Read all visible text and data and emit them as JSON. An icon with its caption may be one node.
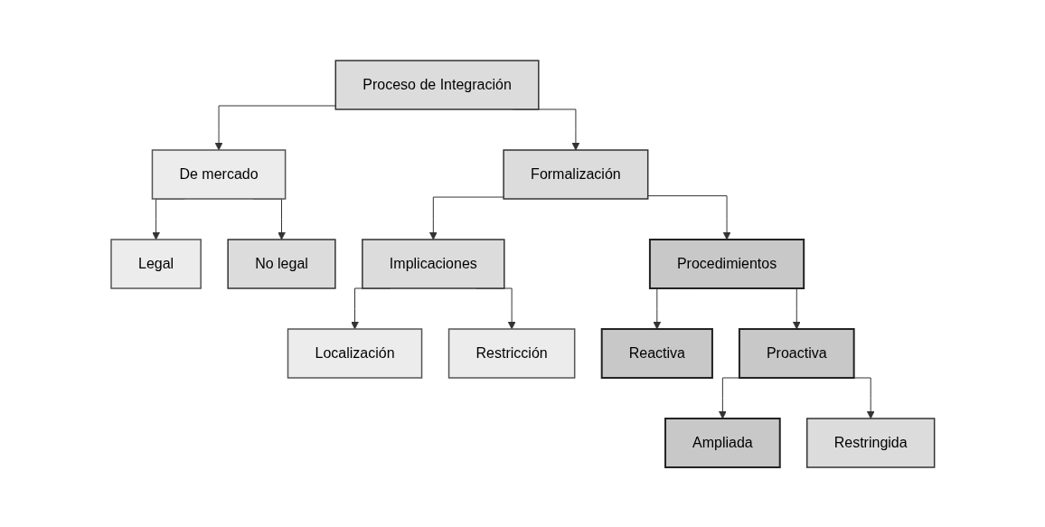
{
  "diagram": {
    "nodes": [
      {
        "text": [
          "Proceso de Integración"
        ]
      },
      {
        "text": [
          "De mercado"
        ]
      },
      {
        "text": [
          "Formalización"
        ]
      },
      {
        "text": [
          "Legal"
        ]
      },
      {
        "text": [
          "No legal"
        ]
      },
      {
        "text": [
          "Implicaciones"
        ]
      },
      {
        "text": [
          "Procedimientos"
        ]
      },
      {
        "text": [
          "Localización"
        ]
      },
      {
        "text": [
          "Restricción"
        ]
      },
      {
        "text": [
          "Reactiva"
        ]
      },
      {
        "text": [
          "Proactiva"
        ]
      },
      {
        "text": [
          "Ampliada"
        ]
      },
      {
        "text": [
          "Restringida"
        ]
      }
    ],
    "edges": [
      {
        "from": 0,
        "to": 1,
        "arrow": "to"
      },
      {
        "from": 0,
        "to": 2,
        "arrow": "to"
      },
      {
        "from": 1,
        "to": 3,
        "arrow": "to"
      },
      {
        "from": 1,
        "to": 4,
        "arrow": "to"
      },
      {
        "from": 2,
        "to": 5,
        "arrow": "to"
      },
      {
        "from": 2,
        "to": 6,
        "arrow": "to"
      },
      {
        "from": 5,
        "to": 7,
        "arrow": "to"
      },
      {
        "from": 5,
        "to": 8,
        "arrow": "to"
      },
      {
        "from": 6,
        "to": 9,
        "arrow": "to"
      },
      {
        "from": 6,
        "to": 10,
        "arrow": "to"
      },
      {
        "from": 10,
        "to": 11,
        "arrow": "to"
      },
      {
        "from": 10,
        "to": 12,
        "arrow": "to"
      }
    ]
  }
}
